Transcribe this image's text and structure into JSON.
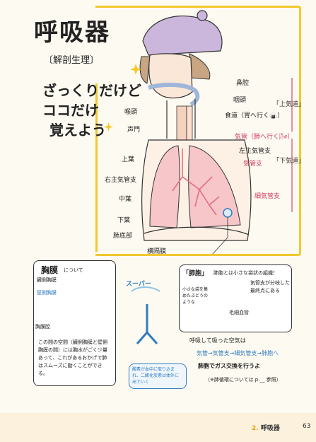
{
  "header": {
    "title": "呼吸器",
    "subtitle": "〔解剖生理〕",
    "slogan_lines": [
      "ざっくりだけど",
      "ココだけ",
      "覚えよう"
    ]
  },
  "main_diagram": {
    "labels_left": {
      "larynx": "喉頭",
      "glottis": "声門",
      "upper_lobe": "上葉",
      "right_main_bronchus": "右主気管支",
      "middle_lobe": "中葉",
      "lower_lobe": "下葉",
      "lung_base": "肺底部",
      "diaphragm": "横隔膜"
    },
    "labels_right": {
      "nasal_cavity": "鼻腔",
      "pharynx": "咽頭",
      "esophagus": "食道（胃へ行く🍙）",
      "trachea": "気管（肺へ行く🌬）",
      "left_main_bronchus": "左主気管支",
      "bronchus": "気管支",
      "bronchiole": "細気管支"
    },
    "side_labels": {
      "upper_airway": "「上気道」",
      "lower_airway": "「下気道」"
    }
  },
  "pleura_note": {
    "heading": "胸膜",
    "heading_suffix": "について",
    "labels": {
      "visceral_pleura": "臓側胸膜",
      "parietal_pleura": "壁側胸膜",
      "pleural_cavity": "胸膜腔"
    },
    "text": "この間の空間（臓側胸膜と壁側胸膜の間）には胸水がごく少量あって、これがあるおかげで肺はスムーズに動くことができる。"
  },
  "alveoli_note": {
    "heading": "「肺胞」",
    "text": "肺胞とは小さな袋状の組織！",
    "subtext": "気管支が分岐した最終点にある",
    "labels": {
      "small_grapes": "小さな袋を集めたぶどうのような",
      "capillary": "毛細血管"
    }
  },
  "airflow_note": {
    "super": "スーパー",
    "flow_title": "呼吸して吸った空気は",
    "flow_path": "気管→気管支→細気管支→肺胞へ",
    "exchange": "肺胞でガス交換を行うよ",
    "reference": "（※肺循環については p.__ 参照）",
    "caption": "酸素が血中に取り込まれ、二酸化炭素は体外に出ていく"
  },
  "footer": {
    "section_number": "2.",
    "section_name": "呼吸器",
    "page_number": "63"
  },
  "colors": {
    "frame_yellow": "#f2c82e",
    "lung_pink": "#f6c6c9",
    "airway_red": "#d03a5a",
    "hair_brown": "#c8a583",
    "cap_purple": "#cbb6dc",
    "accent_blue": "#2f7bc0"
  }
}
